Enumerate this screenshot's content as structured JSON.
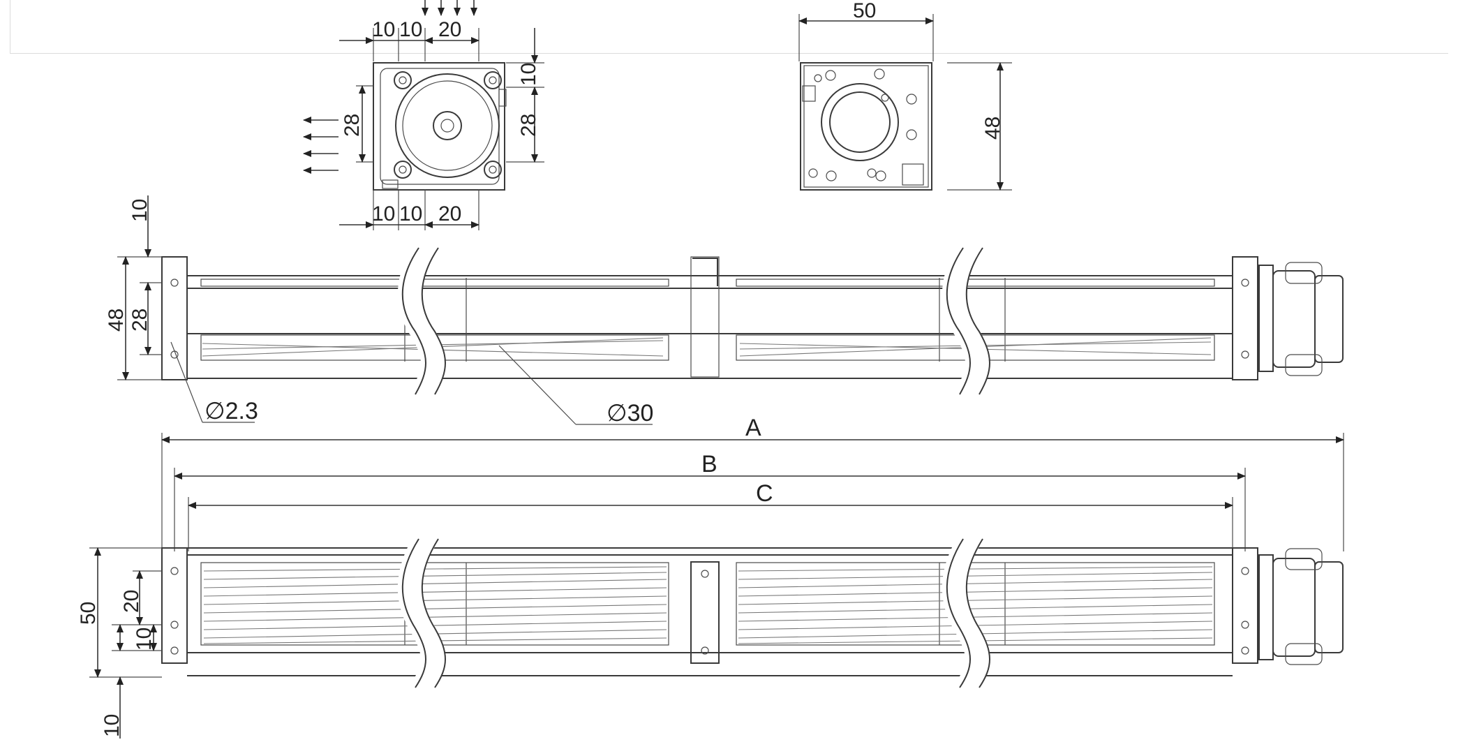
{
  "drawing": {
    "top_view_labels": {
      "top_10a": "10",
      "top_10b": "10",
      "top_20": "20",
      "right_10": "10",
      "right_28": "28",
      "left_28": "28",
      "bottom_10a": "10",
      "bottom_10b": "10",
      "bottom_20": "20"
    },
    "end_view_labels": {
      "width_50": "50",
      "height_48": "48"
    },
    "side_view_labels": {
      "top_10": "10",
      "height_48": "48",
      "height_28": "28",
      "hole_dia": "∅2.3",
      "rotor_dia": "∅30"
    },
    "length_labels": {
      "A": "A",
      "B": "B",
      "C": "C"
    },
    "front_view_labels": {
      "height_50": "50",
      "height_20": "20",
      "height_10": "10",
      "bottom_10": "10"
    }
  }
}
